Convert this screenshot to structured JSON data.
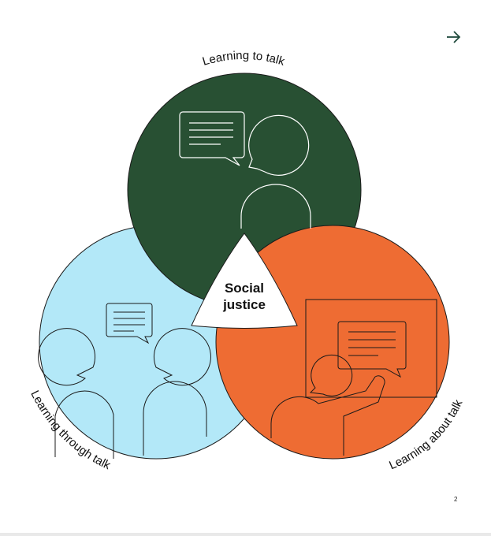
{
  "diagram": {
    "center_label_line1": "Social",
    "center_label_line2": "justice",
    "label_top": "Learning to talk",
    "label_left": "Learning through talk",
    "label_right": "Learning about talk",
    "colors": {
      "top_circle": "#285033",
      "left_circle": "#b3e8f8",
      "right_circle": "#ee6c33",
      "center_triangle": "#ffffff"
    }
  },
  "navigation": {
    "next_icon": "arrow-right-icon"
  },
  "page": {
    "number": "2"
  }
}
